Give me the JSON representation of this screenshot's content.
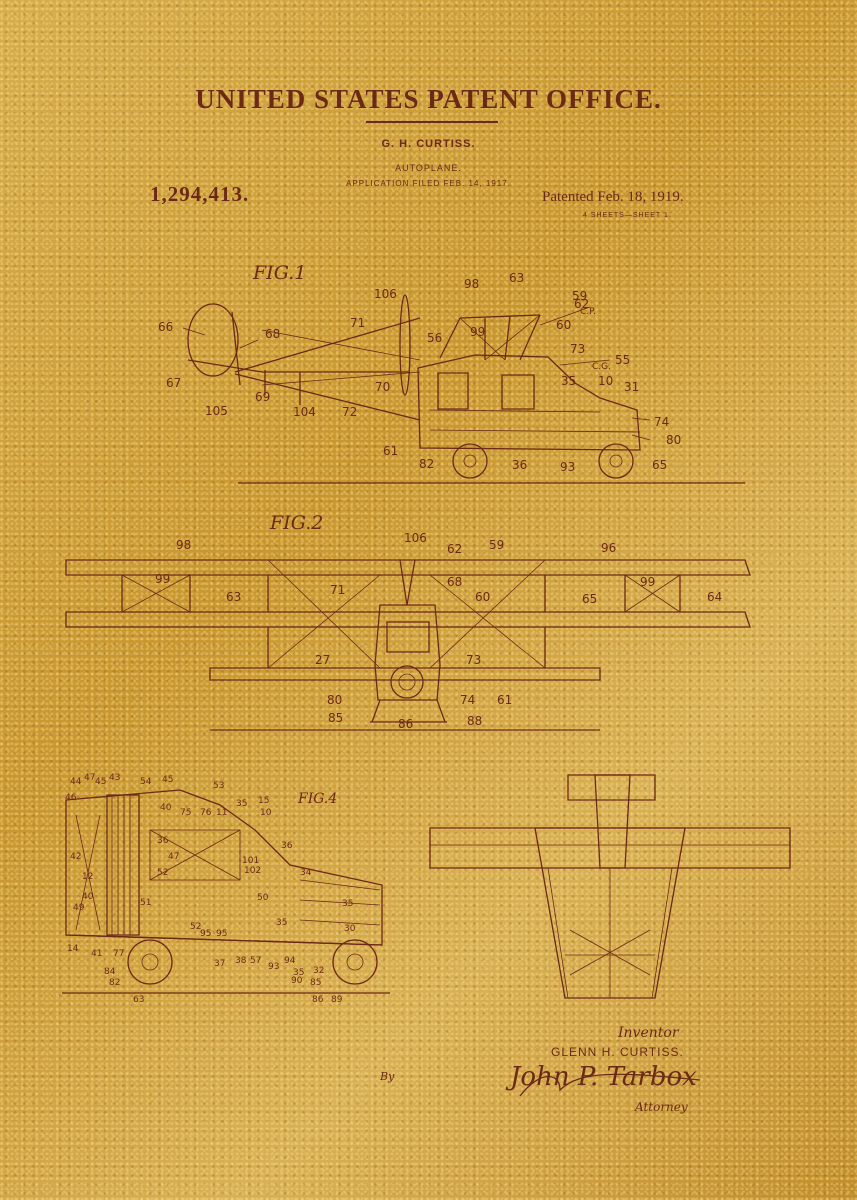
{
  "header": {
    "title": "UNITED STATES PATENT OFFICE.",
    "inventor": "G. H. CURTISS.",
    "invention": "AUTOPLANE.",
    "filed": "APPLICATION FILED FEB. 14, 1917.",
    "patent_number": "1,294,413.",
    "patented": "Patented Feb. 18, 1919.",
    "sheets": "4 SHEETS—SHEET 1."
  },
  "figures": {
    "fig1": "FIG.1",
    "fig2": "FIG.2",
    "fig4": "FIG.4"
  },
  "fig1_refs": [
    "106",
    "98",
    "63",
    "59",
    "62",
    "66",
    "68",
    "71",
    "56",
    "99",
    "C.P.",
    "60",
    "73",
    "55",
    "C.G.",
    "35",
    "10",
    "31",
    "67",
    "70",
    "69",
    "105",
    "104",
    "72",
    "74",
    "80",
    "61",
    "82",
    "36",
    "93",
    "65"
  ],
  "fig2_refs": [
    "98",
    "106",
    "62",
    "59",
    "96",
    "99",
    "68",
    "71",
    "63",
    "60",
    "65",
    "99",
    "64",
    "27",
    "73",
    "80",
    "74",
    "61",
    "85",
    "86",
    "88"
  ],
  "fig4_refs": [
    "44",
    "47",
    "45",
    "43",
    "54",
    "45",
    "53",
    "35",
    "15",
    "46",
    "40",
    "75",
    "76",
    "11",
    "10",
    "36",
    "36",
    "42",
    "47",
    "101",
    "102",
    "12",
    "52",
    "34",
    "40",
    "51",
    "50",
    "49",
    "35",
    "52",
    "35",
    "30",
    "14",
    "41",
    "77",
    "37",
    "38",
    "57",
    "93",
    "94",
    "35",
    "84",
    "82",
    "63",
    "32",
    "90",
    "85",
    "86",
    "89",
    "95",
    "95"
  ],
  "signature": {
    "inventor_label": "Inventor",
    "inventor_name": "GLENN H. CURTISS.",
    "by": "By",
    "attorney_signature": "John P. Tarbox",
    "attorney_label": "Attorney"
  }
}
